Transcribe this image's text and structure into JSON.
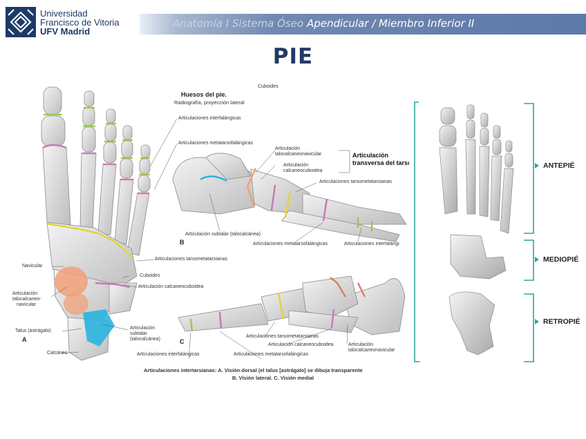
{
  "header": {
    "logo": {
      "line1": "Universidad",
      "line2": "Francisco de Vitoria",
      "line3": "UFV Madrid"
    },
    "breadcrumb": {
      "part1": "Anatomía I Sistema Óseo ",
      "part2": "Apendicular",
      "sep": " / ",
      "part3": "Miembro Inferior II"
    }
  },
  "title": "PIE",
  "figure": {
    "top_labels": {
      "cut1": "Cuboides",
      "title": "Huesos del pie.",
      "subtitle": "Radiografía, proyección lateral"
    },
    "labels_a": {
      "interfalangicas": "Articulaciones interfalángicas",
      "metatarsofalangicas": "Articulaciones metatarsofalángicas",
      "tarsometatarsianas": "Articulaciones tarsometatarsianas",
      "navicular": "Navicular",
      "cuboides": "Cuboides",
      "calcaneocuboidea": "Articulación calcaneocuboidea",
      "talocalcaneo_1": "Articulación",
      "talocalcaneo_2": "talocalcaneo-",
      "talocalcaneo_3": "navicular",
      "talus": "Talus (astrágalo)",
      "letter_a": "A",
      "calcaneo": "Calcáneo"
    },
    "labels_b": {
      "talocalc_nav_1": "Articulación",
      "talocalc_nav_2": "talocalcaneonavicular",
      "calc_cub_1": "Articulación",
      "calc_cub_2": "calcaneocuboidea",
      "transversa_1": "Articulación",
      "transversa_2": "transversa del tarso",
      "tarsometatarsianas": "Articulaciones tarsometatarsianas",
      "subtalar": "Articulación subtalar (talocalcánea)",
      "letter_b": "B",
      "metatarsofalangicas": "Articulaciones metatarsofalángicas",
      "interfalangicas": "Articulaciones interfalángi"
    },
    "labels_c": {
      "subtalar_1": "Articulación",
      "subtalar_2": "subtalar",
      "subtalar_3": "(talocalcánea)",
      "letter_c": "C",
      "tarsometatarsianas": "Articulaciones tarsometatarsianas",
      "calcaneocuboidea": "Articulación calcaneocuboidea",
      "talocalc_nav_1": "Articulación",
      "talocalc_nav_2": "talocalcaneonavicular",
      "interfalangicas": "Articulaciones interfalángicas",
      "metatarsofalangicas": "Articulaciones metatarsofalángicas"
    },
    "caption_1": "Articulaciones intertarsianas: A. Visión dorsal (el talus [astrágalo] se dibuja transparente",
    "caption_2": "B. Visión lateral. C. Visión medial"
  },
  "side_panel": {
    "antepie": "ANTEPIÉ",
    "mediopie": "MEDIOPIÉ",
    "retropie": "RETROPIÉ"
  },
  "colors": {
    "navy": "#213a66",
    "banner": "#5d79a8",
    "teal_bracket": "#2aa79b",
    "bone": "#dcdcdc",
    "yellow_joint": "#e5d23a",
    "pink_joint": "#c77ab7",
    "green_joint": "#9bc84d",
    "orange_joint": "#f0a07a",
    "blue_joint": "#2ab4e0"
  }
}
